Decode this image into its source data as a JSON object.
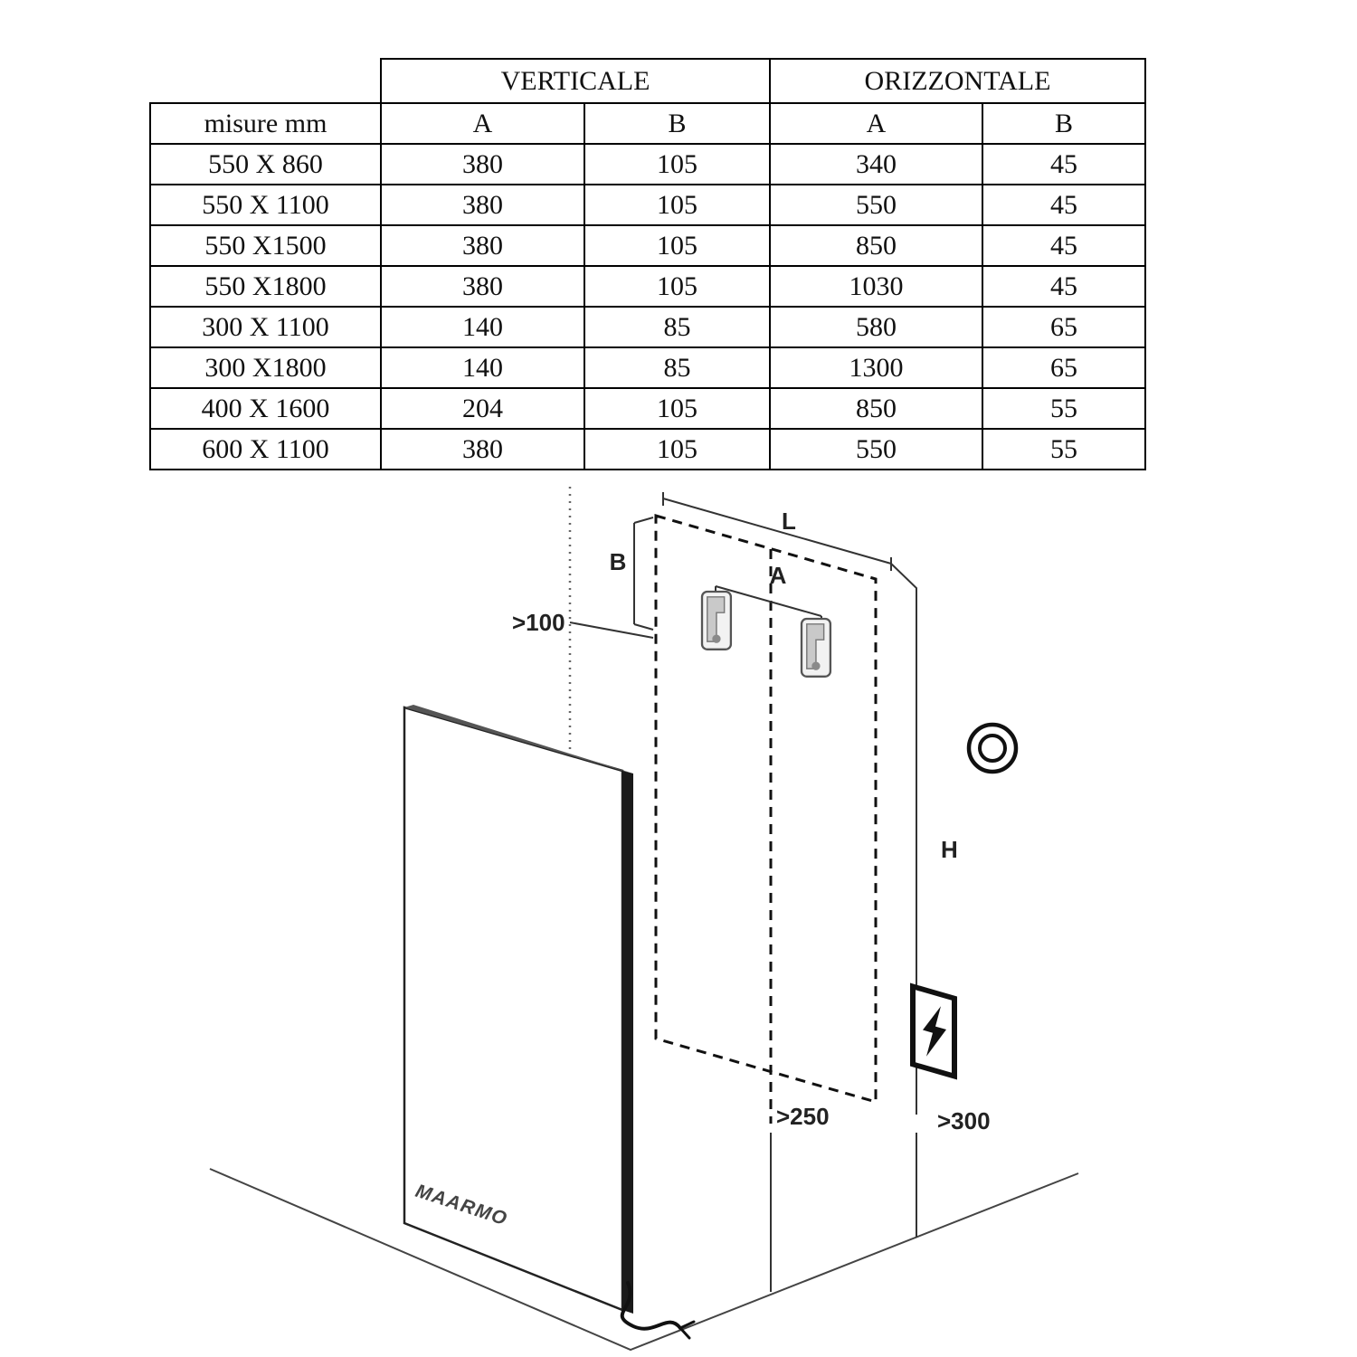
{
  "table": {
    "group_headers": [
      "VERTICALE",
      "ORIZZONTALE"
    ],
    "col_headers": [
      "misure mm",
      "A",
      "B",
      "A",
      "B"
    ],
    "rows": [
      [
        "550 X 860",
        "380",
        "105",
        "340",
        "45"
      ],
      [
        "550 X 1100",
        "380",
        "105",
        "550",
        "45"
      ],
      [
        "550 X1500",
        "380",
        "105",
        "850",
        "45"
      ],
      [
        "550 X1800",
        "380",
        "105",
        "1030",
        "45"
      ],
      [
        "300 X 1100",
        "140",
        "85",
        "580",
        "65"
      ],
      [
        "300 X1800",
        "140",
        "85",
        "1300",
        "65"
      ],
      [
        "400 X 1600",
        "204",
        "105",
        "850",
        "55"
      ],
      [
        "600 X 1100",
        "380",
        "105",
        "550",
        "55"
      ]
    ]
  },
  "diagram": {
    "labels": {
      "length": "L",
      "dim_b": "B",
      "dim_a": "A",
      "height": "H",
      "min_side": ">100",
      "min_floor": ">250",
      "min_socket": ">300",
      "brand": "MAARMO"
    }
  }
}
